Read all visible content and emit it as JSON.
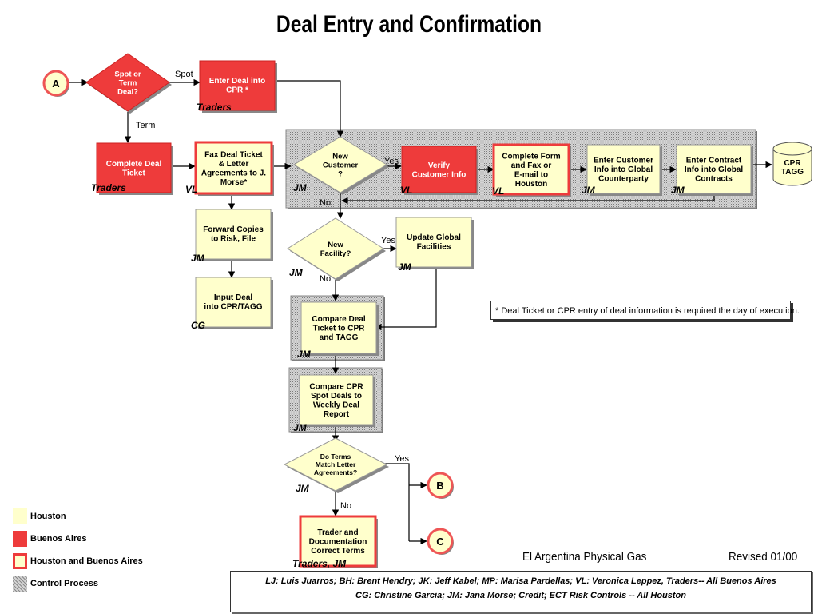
{
  "title": "Deal Entry and Confirmation",
  "colors": {
    "houston": "#ffffcc",
    "buenos_aires": "#ee3b3b",
    "control": "#bdbdbd"
  },
  "nodes": [
    {
      "id": "connA",
      "label": "A"
    },
    {
      "id": "spotTerm",
      "label": "Spot or Term Deal?"
    },
    {
      "id": "enterCPR",
      "label": "Enter Deal into CPR *",
      "owner": "Traders"
    },
    {
      "id": "completeTicket",
      "label": "Complete Deal Ticket",
      "owner": "Traders"
    },
    {
      "id": "faxTicket",
      "label": "Fax Deal Ticket & Letter Agreements to J. Morse*",
      "owner": "VL"
    },
    {
      "id": "newCustomer",
      "label": "New Customer ?",
      "owner": "JM"
    },
    {
      "id": "verifyCustomer",
      "label": "Verify Customer Info",
      "owner": "VL"
    },
    {
      "id": "completeForm",
      "label": "Complete Form and Fax or E-mail to Houston",
      "owner": "VL"
    },
    {
      "id": "enterCustomer",
      "label": "Enter Customer Info into Global Counterparty",
      "owner": "JM"
    },
    {
      "id": "enterContract",
      "label": "Enter Contract Info into Global Contracts",
      "owner": "JM"
    },
    {
      "id": "cprTagg",
      "label": "CPR TAGG"
    },
    {
      "id": "forwardCopies",
      "label": "Forward Copies to Risk, File",
      "owner": "JM"
    },
    {
      "id": "inputDeal",
      "label": "Input Deal into CPR/TAGG",
      "owner": "CG"
    },
    {
      "id": "newFacility",
      "label": "New Facility?",
      "owner": "JM"
    },
    {
      "id": "updateFacilities",
      "label": "Update Global Facilities",
      "owner": "JM"
    },
    {
      "id": "compareDeal",
      "label": "Compare Deal Ticket to CPR and TAGG",
      "owner": "JM"
    },
    {
      "id": "compareSpot",
      "label": "Compare CPR Spot Deals to Weekly Deal Report",
      "owner": "JM"
    },
    {
      "id": "doTerms",
      "label": "Do Terms Match Letter Agreements?",
      "owner": "JM"
    },
    {
      "id": "connB",
      "label": "B"
    },
    {
      "id": "traderDoc",
      "label": "Trader and Documentation Correct Terms",
      "owner": "Traders, JM"
    },
    {
      "id": "connC",
      "label": "C"
    }
  ],
  "edge_labels": {
    "spot": "Spot",
    "term": "Term",
    "yes": "Yes",
    "no": "No"
  },
  "note": "* Deal Ticket or CPR entry of deal information is required the day of execution.",
  "legend": [
    {
      "label": "Houston",
      "kind": "houston"
    },
    {
      "label": "Buenos Aires",
      "kind": "buenos_aires"
    },
    {
      "label": "Houston and Buenos Aires",
      "kind": "both"
    },
    {
      "label": "Control Process",
      "kind": "control"
    }
  ],
  "footer": {
    "left": "El Argentina Physical Gas",
    "right": "Revised 01/00",
    "names_line1": "LJ: Luis Juarros; BH: Brent Hendry; JK: Jeff Kabel; MP: Marisa Pardellas; VL: Veronica Leppez, Traders-- All Buenos Aires",
    "names_line2": "CG: Christine Garcia; JM: Jana Morse; Credit; ECT Risk Controls -- All Houston"
  }
}
